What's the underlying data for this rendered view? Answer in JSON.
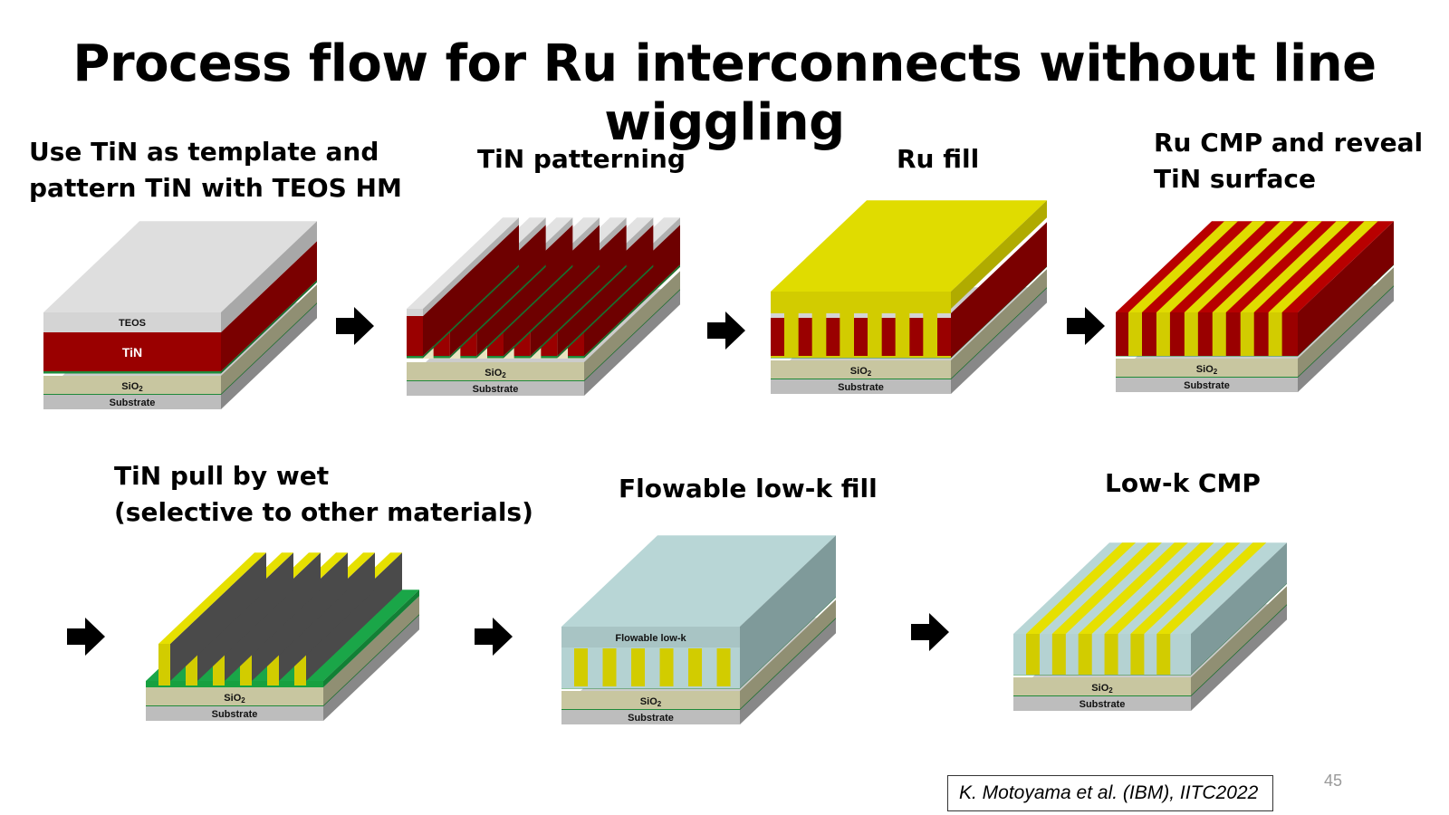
{
  "slide": {
    "title": "Process flow for Ru interconnects without line wiggling",
    "page_number": "45",
    "citation": "K. Motoyama et al. (IBM), IITC2022"
  },
  "steps": [
    {
      "label": "Use TiN as template and\npattern TiN with TEOS HM",
      "layers": [
        "TEOS",
        "TiN",
        "SiO2",
        "Substrate"
      ]
    },
    {
      "label": "TiN patterning",
      "layers": [
        "SiO2",
        "Substrate"
      ]
    },
    {
      "label": "Ru fill",
      "layers": [
        "SiO2",
        "Substrate"
      ]
    },
    {
      "label": "Ru CMP and reveal\nTiN surface",
      "layers": [
        "SiO2",
        "Substrate"
      ]
    },
    {
      "label": "TiN pull by wet\n(selective to other materials)",
      "layers": [
        "SiO2",
        "Substrate"
      ]
    },
    {
      "label": "Flowable low-k fill",
      "layers": [
        "Flowable low-k",
        "SiO2",
        "Substrate"
      ]
    },
    {
      "label": "Low-k CMP",
      "layers": [
        "SiO2",
        "Substrate"
      ]
    }
  ],
  "arrows": [
    "arrow-right-icon",
    "arrow-right-icon",
    "arrow-right-icon",
    "arrow-right-icon",
    "arrow-right-icon",
    "arrow-right-icon"
  ],
  "colors": {
    "teos": "#d4d4d4",
    "tin": "#9a0000",
    "ru": "#d2cc00",
    "sio2": "#c8c6a0",
    "substrate": "#bdbdbd",
    "liner": "#1f8a3a",
    "lowk": "#b4d2d2",
    "gap": "#4a4a4a"
  }
}
